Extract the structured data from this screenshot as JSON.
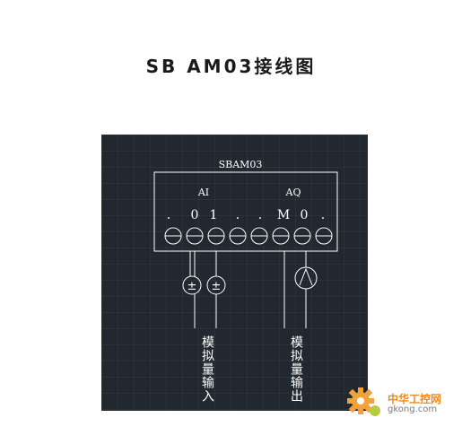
{
  "title": "SB AM03接线图",
  "diagram": {
    "module_label": "SBAM03",
    "ai_label": "AI",
    "aq_label": "AQ",
    "terminal_labels": [
      ".",
      "0",
      "1",
      ".",
      ".",
      "M",
      "0",
      "."
    ],
    "input_symbol": "±",
    "input_caption": "模拟量输入",
    "output_caption": "模拟量输出",
    "line_color": "#ffffff",
    "background_color": "#212830"
  },
  "watermark": {
    "text": "中华工控网",
    "subtext": "gkong.com",
    "color": "#f08a1c"
  }
}
